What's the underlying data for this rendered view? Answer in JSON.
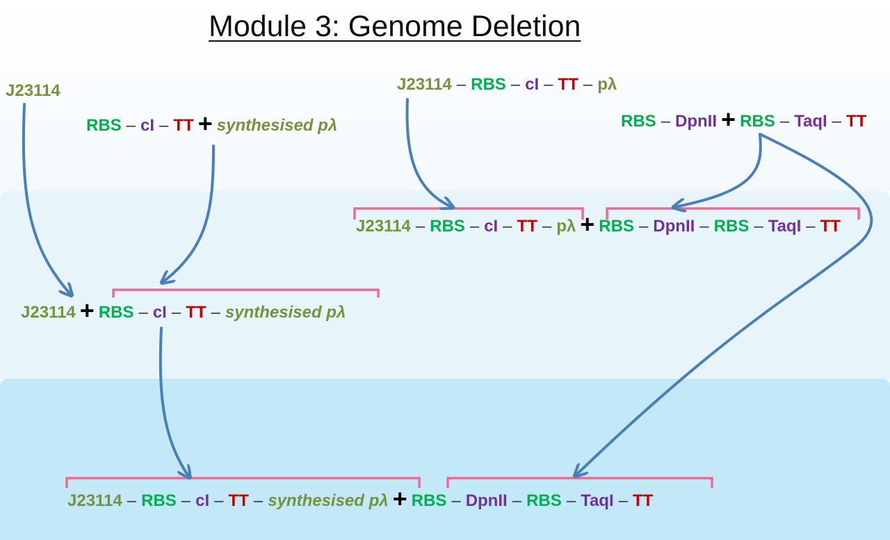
{
  "title": "Module 3: Genome Deletion",
  "colors": {
    "promoter": "#76923c",
    "rbs": "#00b050",
    "gene": "#7030a0",
    "terminator": "#c00000",
    "arrow": "#4a7fb8",
    "bracket": "#ee6a95"
  },
  "parts": {
    "promoter": "J23114",
    "rbs": "RBS",
    "ci": "cI",
    "tt": "TT",
    "synth": "synthesised pλ",
    "plambda": "pλ",
    "dpnii": "DpnII",
    "taqi": "TaqI",
    "dash": "–",
    "plus": "+"
  }
}
